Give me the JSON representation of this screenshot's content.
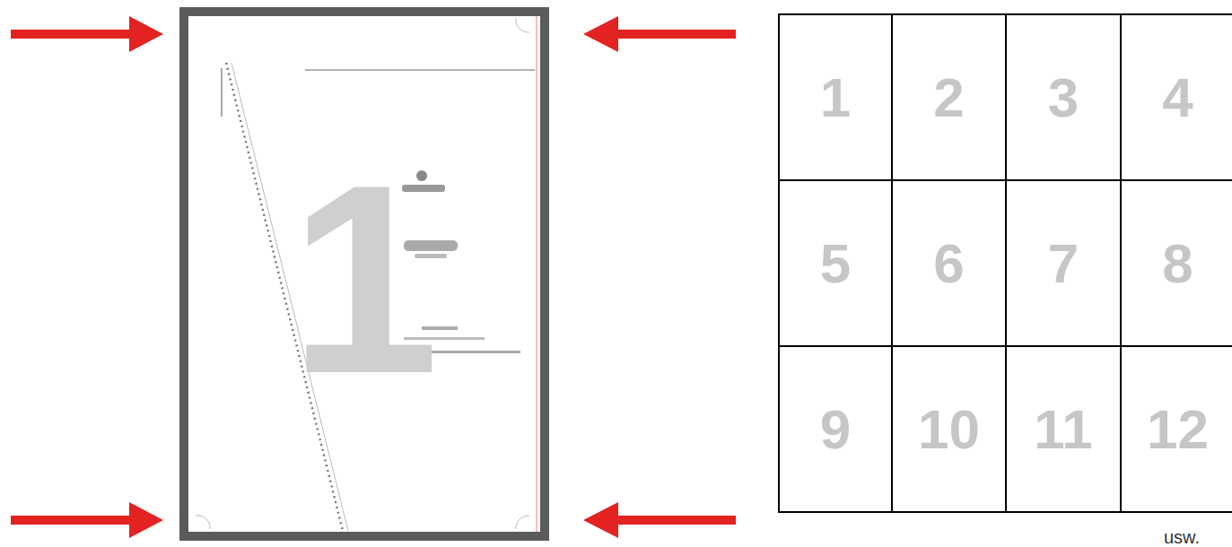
{
  "diagram": {
    "nodes": [
      {
        "text": [
          "1"
        ]
      },
      {
        "text": [
          "1"
        ]
      },
      {
        "text": [
          "2"
        ]
      },
      {
        "text": [
          "3"
        ]
      },
      {
        "text": [
          "4"
        ]
      },
      {
        "text": [
          "5"
        ]
      },
      {
        "text": [
          "6"
        ]
      },
      {
        "text": [
          "7"
        ]
      },
      {
        "text": [
          "8"
        ]
      },
      {
        "text": [
          "9"
        ]
      },
      {
        "text": [
          "10"
        ]
      },
      {
        "text": [
          "11"
        ]
      },
      {
        "text": [
          "12"
        ]
      }
    ],
    "labels": [
      "usw."
    ]
  }
}
